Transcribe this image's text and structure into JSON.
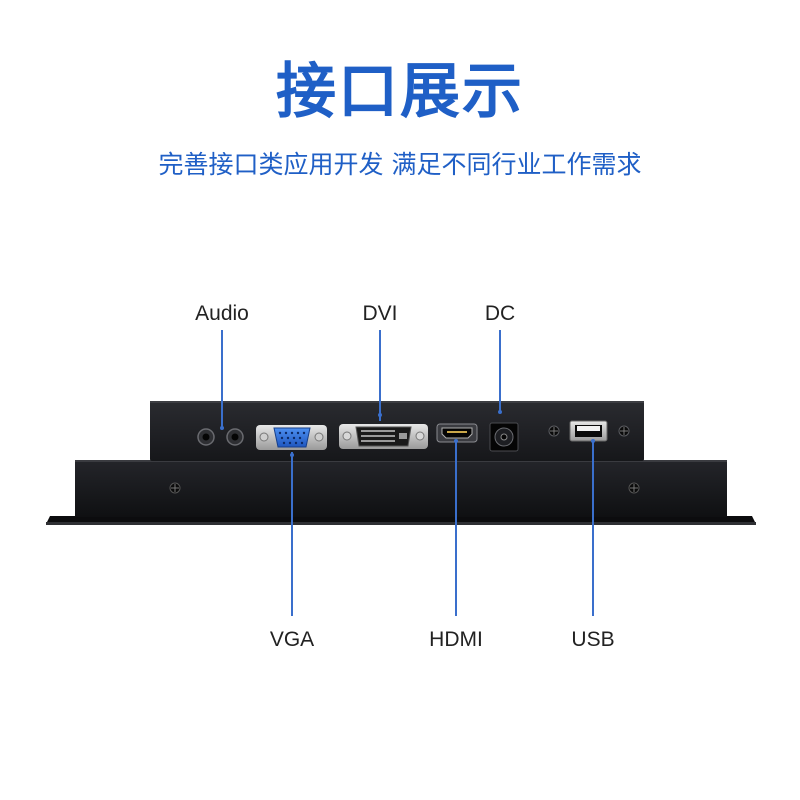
{
  "header": {
    "title": "接口展示",
    "subtitle": "完善接口类应用开发 满足不同行业工作需求"
  },
  "ports": {
    "audio": "Audio",
    "dvi": "DVI",
    "dc": "DC",
    "vga": "VGA",
    "hdmi": "HDMI",
    "usb": "USB"
  },
  "colors": {
    "accent": "#1f5fc6",
    "leader": "#3a6fcc",
    "device_body": "#1c1d21"
  }
}
